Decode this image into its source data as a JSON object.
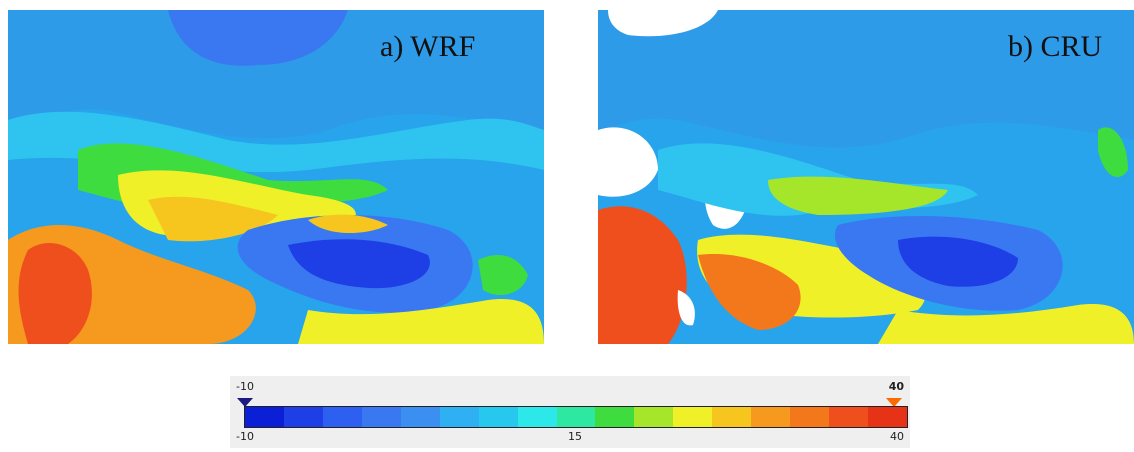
{
  "panels": [
    {
      "id": "a",
      "label": "a) WRF"
    },
    {
      "id": "b",
      "label": "b) CRU"
    }
  ],
  "legend": {
    "min_marker": "-10",
    "max_marker": "40",
    "min_label": "-10",
    "mid_label": "15",
    "max_label": "40",
    "value_min": -10,
    "value_max": 40,
    "colors": [
      "#0a1fd6",
      "#1f3fe6",
      "#2d5ff0",
      "#3a78f2",
      "#3b8ff0",
      "#2fb0f2",
      "#27c8ee",
      "#2de8e8",
      "#2ee7a0",
      "#3fdc3f",
      "#a6e62a",
      "#f0f028",
      "#f6c61f",
      "#f59a1f",
      "#f3781c",
      "#ef4f1c",
      "#e63318"
    ]
  }
}
